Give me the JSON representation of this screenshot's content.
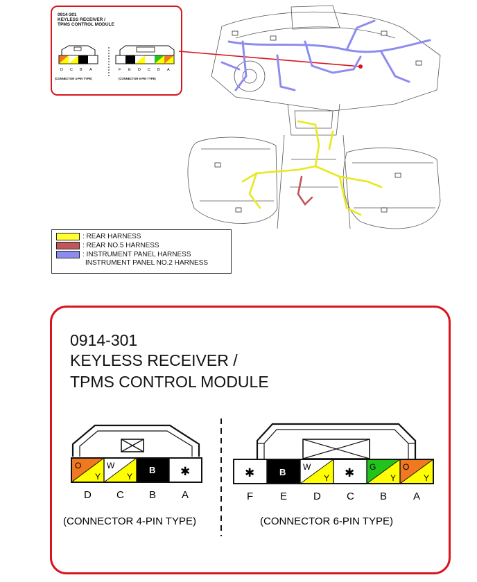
{
  "module": {
    "code": "0914-301",
    "title_line1": "KEYLESS RECEIVER /",
    "title_line2": "TPMS CONTROL MODULE"
  },
  "legend": {
    "items": [
      {
        "label": ": REAR HARNESS",
        "color": "#ffff33"
      },
      {
        "label": ": REAR NO.5 HARNESS",
        "color": "#c0565a"
      },
      {
        "label": ": INSTRUMENT PANEL HARNESS",
        "color": "#8c8cf0"
      },
      {
        "label": "INSTRUMENT PANEL NO.2 HARNESS",
        "color": ""
      }
    ]
  },
  "connector4": {
    "caption": "(CONNECTOR 4-PIN TYPE)",
    "pins": [
      {
        "letter": "D",
        "code1": "O",
        "code2": "Y"
      },
      {
        "letter": "C",
        "code1": "W",
        "code2": "Y"
      },
      {
        "letter": "B",
        "code1": "B",
        "code2": ""
      },
      {
        "letter": "A",
        "code1": "✱",
        "code2": ""
      }
    ]
  },
  "connector6": {
    "caption": "(CONNECTOR 6-PIN TYPE)",
    "pins": [
      {
        "letter": "F",
        "code1": "✱",
        "code2": ""
      },
      {
        "letter": "E",
        "code1": "B",
        "code2": ""
      },
      {
        "letter": "D",
        "code1": "W",
        "code2": "Y"
      },
      {
        "letter": "C",
        "code1": "✱",
        "code2": ""
      },
      {
        "letter": "B",
        "code1": "G",
        "code2": "Y"
      },
      {
        "letter": "A",
        "code1": "O",
        "code2": "Y"
      }
    ]
  },
  "colors": {
    "callout_border": "#d8141c",
    "orange": "#f07820",
    "yellow": "#ffff00",
    "green": "#22c41c",
    "black": "#000000",
    "rear_harness": "#ffff33",
    "rear_no5": "#c0565a",
    "instrument_panel": "#8c8cf0"
  }
}
